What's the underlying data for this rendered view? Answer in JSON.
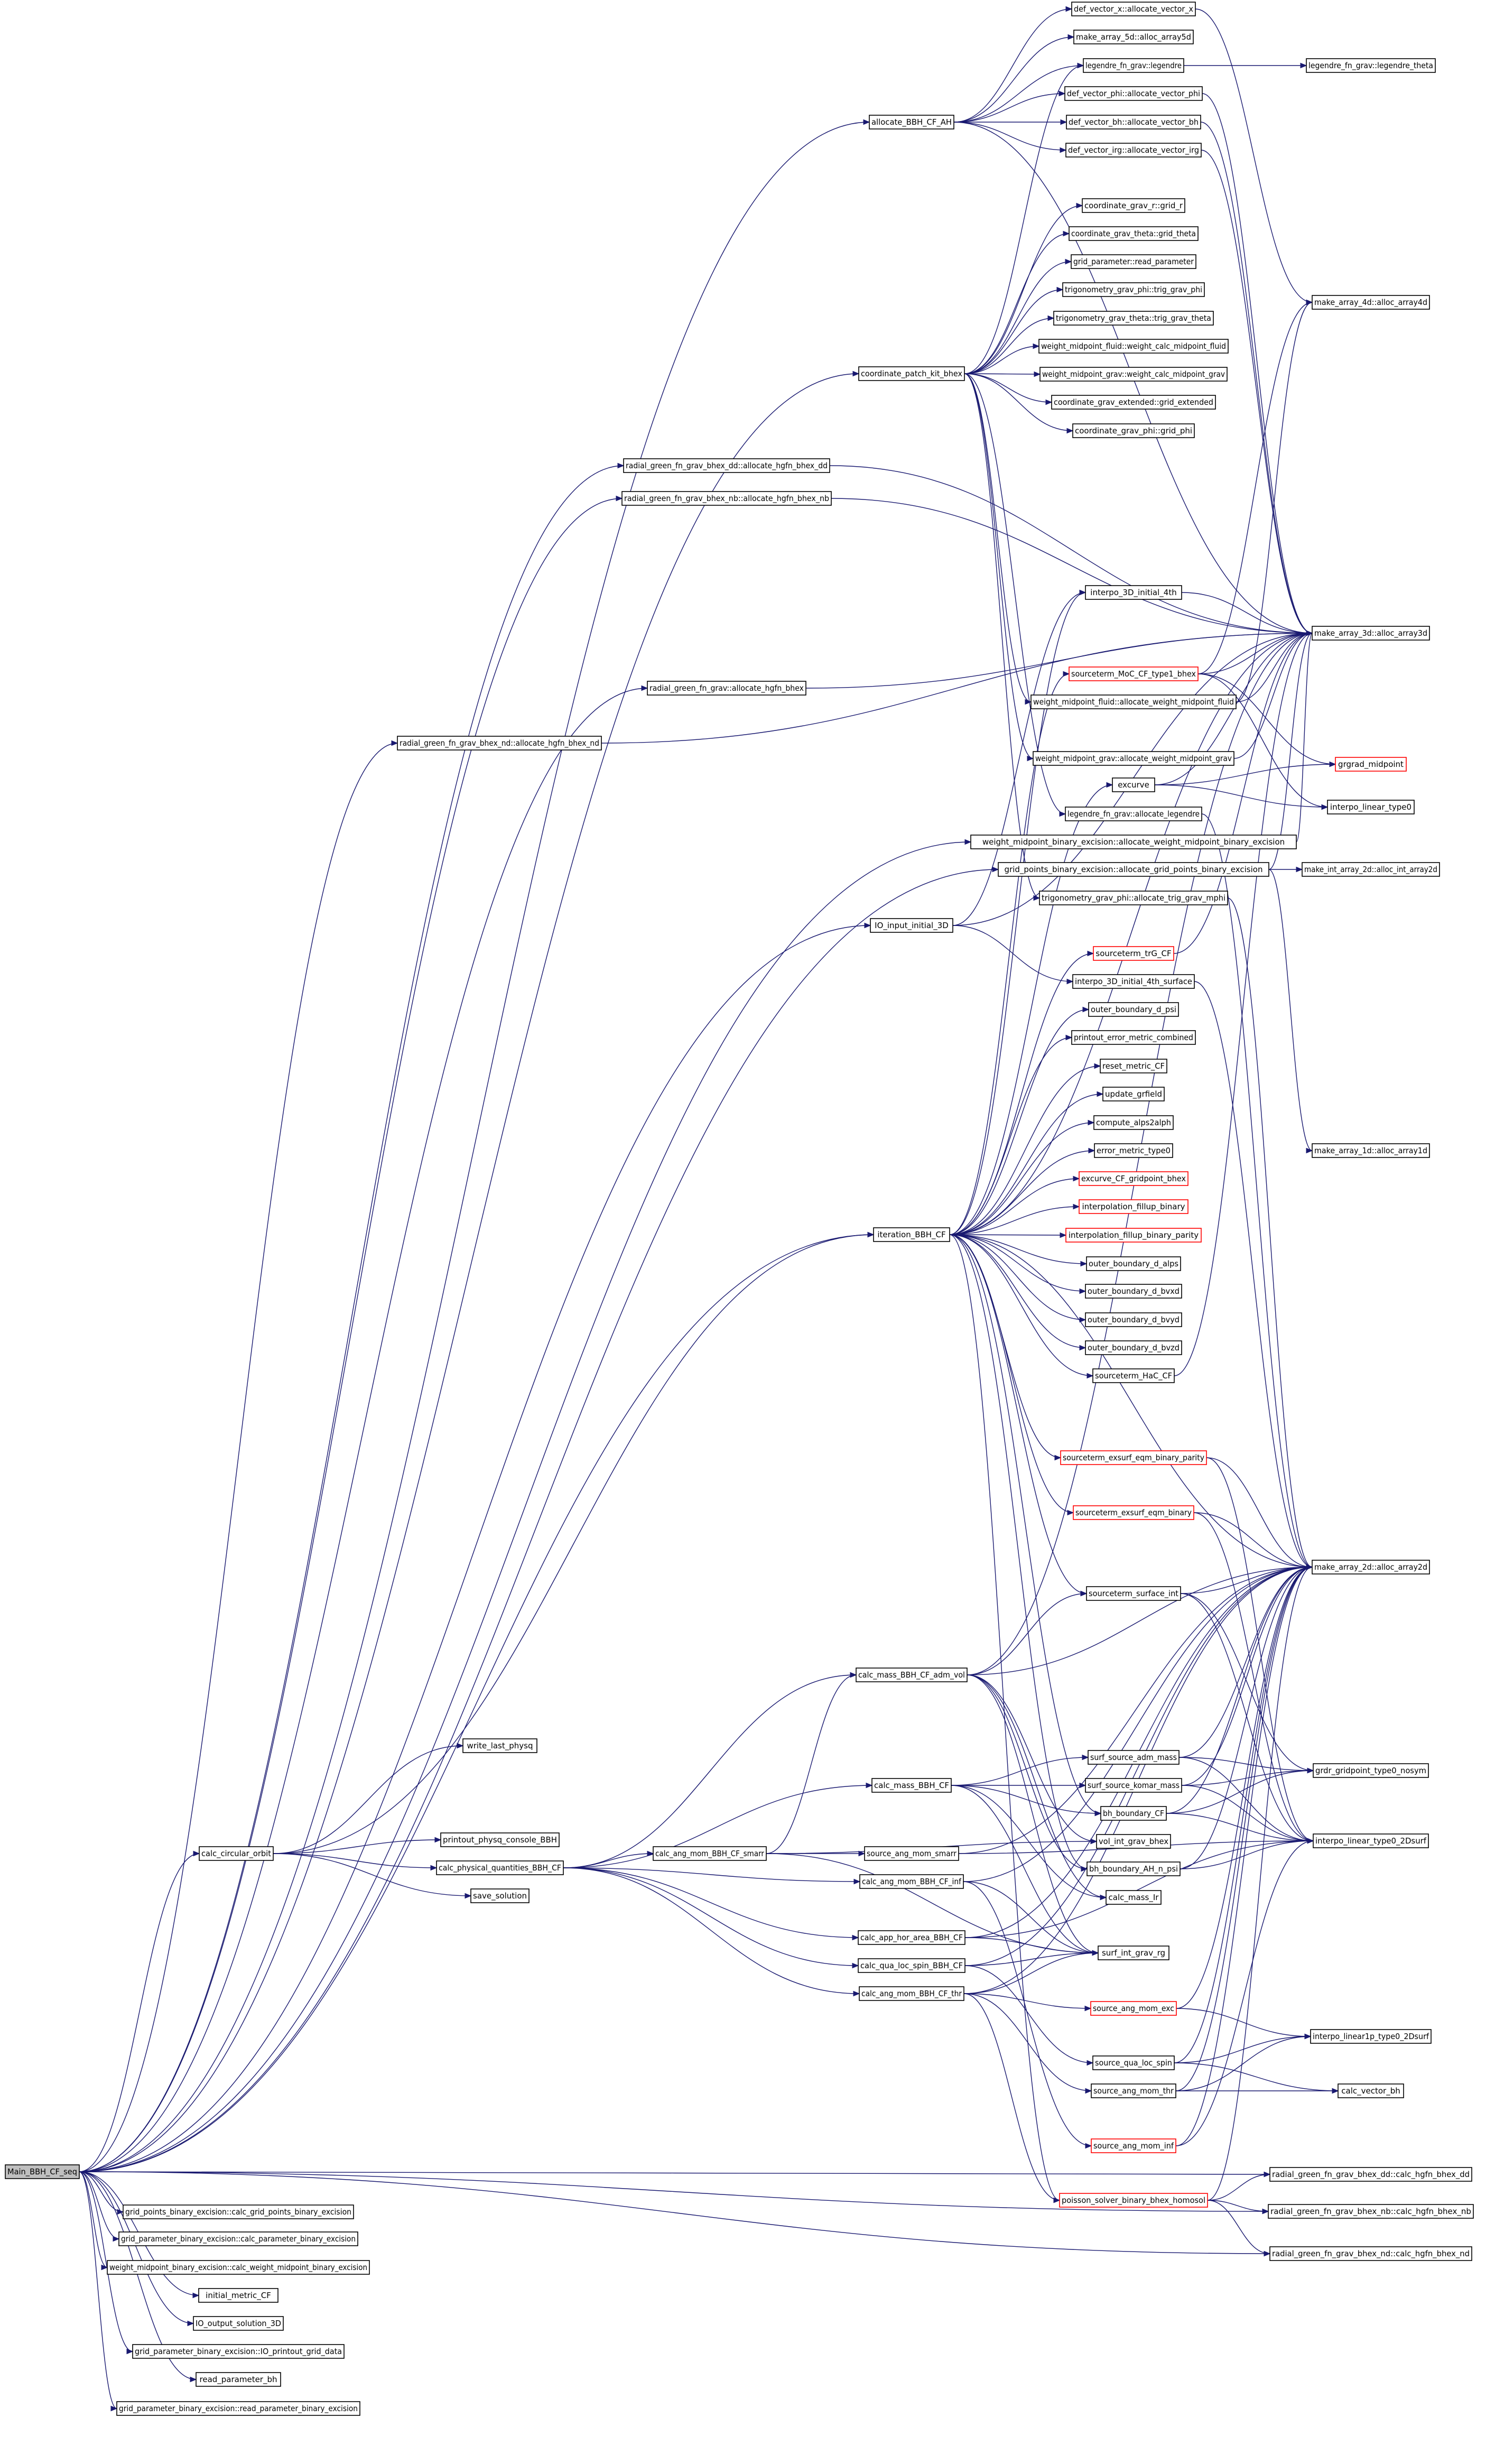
{
  "colors": {
    "edge": "#191970",
    "node_border": "#000000",
    "truncated_border": "#ff0000",
    "root_fill": "#bfbfbf",
    "background": "#ffffff"
  },
  "nodes": [
    {
      "id": "main",
      "label": "Main_BBH_CF_seq",
      "root": true,
      "red": false
    },
    {
      "id": "calc_circular_orbit",
      "label": "calc_circular_orbit",
      "red": false
    },
    {
      "id": "write_last_physq",
      "label": "write_last_physq",
      "red": false
    },
    {
      "id": "printout_physq_console_BBH",
      "label": "printout_physq_console_BBH",
      "red": false
    },
    {
      "id": "calc_physical_quantities_BBH_CF",
      "label": "calc_physical_quantities_BBH_CF",
      "red": false
    },
    {
      "id": "save_solution",
      "label": "save_solution",
      "red": false
    },
    {
      "id": "calc_ang_mom_BBH_CF_smarr",
      "label": "calc_ang_mom_BBH_CF_smarr",
      "red": false
    },
    {
      "id": "source_ang_mom_smarr",
      "label": "source_ang_mom_smarr",
      "red": false
    },
    {
      "id": "calc_mass_BBH_CF",
      "label": "calc_mass_BBH_CF",
      "red": false
    },
    {
      "id": "calc_mass_BBH_CF_adm_vol",
      "label": "calc_mass_BBH_CF_adm_vol",
      "red": false
    },
    {
      "id": "calc_ang_mom_BBH_CF_inf",
      "label": "calc_ang_mom_BBH_CF_inf",
      "red": false
    },
    {
      "id": "calc_app_hor_area_BBH_CF",
      "label": "calc_app_hor_area_BBH_CF",
      "red": false
    },
    {
      "id": "calc_qua_loc_spin_BBH_CF",
      "label": "calc_qua_loc_spin_BBH_CF",
      "red": false
    },
    {
      "id": "calc_ang_mom_BBH_CF_thr",
      "label": "calc_ang_mom_BBH_CF_thr",
      "red": false
    },
    {
      "id": "allocate_BBH_CF_AH",
      "label": "allocate_BBH_CF_AH",
      "red": false
    },
    {
      "id": "coordinate_patch_kit_bhex",
      "label": "coordinate_patch_kit_bhex",
      "red": false
    },
    {
      "id": "alloc_hgfn_bhex_dd",
      "label": "radial_green_fn_grav_bhex_dd::allocate_hgfn_bhex_dd",
      "red": false
    },
    {
      "id": "alloc_hgfn_bhex_nb",
      "label": "radial_green_fn_grav_bhex_nb::allocate_hgfn_bhex_nb",
      "red": false
    },
    {
      "id": "alloc_hgfn_bhex",
      "label": "radial_green_fn_grav::allocate_hgfn_bhex",
      "red": false
    },
    {
      "id": "alloc_hgfn_bhex_nd",
      "label": "radial_green_fn_grav_bhex_nd::allocate_hgfn_bhex_nd",
      "red": false
    },
    {
      "id": "IO_input_initial_3D",
      "label": "IO_input_initial_3D",
      "red": false
    },
    {
      "id": "iteration_BBH_CF",
      "label": "iteration_BBH_CF",
      "red": false
    },
    {
      "id": "def_vector_x",
      "label": "def_vector_x::allocate_vector_x",
      "red": false
    },
    {
      "id": "make_array_5d",
      "label": "make_array_5d::alloc_array5d",
      "red": false
    },
    {
      "id": "legendre_fn_grav_legendre",
      "label": "legendre_fn_grav::legendre",
      "red": false
    },
    {
      "id": "legendre_fn_grav_legendre_theta",
      "label": "legendre_fn_grav::legendre_theta",
      "red": false
    },
    {
      "id": "def_vector_phi",
      "label": "def_vector_phi::allocate_vector_phi",
      "red": false
    },
    {
      "id": "def_vector_bh",
      "label": "def_vector_bh::allocate_vector_bh",
      "red": false
    },
    {
      "id": "def_vector_irg",
      "label": "def_vector_irg::allocate_vector_irg",
      "red": false
    },
    {
      "id": "coordinate_grav_r",
      "label": "coordinate_grav_r::grid_r",
      "red": false
    },
    {
      "id": "coordinate_grav_theta",
      "label": "coordinate_grav_theta::grid_theta",
      "red": false
    },
    {
      "id": "grid_parameter_read",
      "label": "grid_parameter::read_parameter",
      "red": false
    },
    {
      "id": "trig_grav_phi",
      "label": "trigonometry_grav_phi::trig_grav_phi",
      "red": false
    },
    {
      "id": "trig_grav_theta",
      "label": "trigonometry_grav_theta::trig_grav_theta",
      "red": false
    },
    {
      "id": "wm_fluid_calc",
      "label": "weight_midpoint_fluid::weight_calc_midpoint_fluid",
      "red": false
    },
    {
      "id": "wm_grav_calc",
      "label": "weight_midpoint_grav::weight_calc_midpoint_grav",
      "red": false
    },
    {
      "id": "coordinate_grav_extended",
      "label": "coordinate_grav_extended::grid_extended",
      "red": false
    },
    {
      "id": "coordinate_grav_phi",
      "label": "coordinate_grav_phi::grid_phi",
      "red": false
    },
    {
      "id": "make_array_4d",
      "label": "make_array_4d::alloc_array4d",
      "red": false
    },
    {
      "id": "interpo_3D_initial_4th",
      "label": "interpo_3D_initial_4th",
      "red": false
    },
    {
      "id": "make_array_3d",
      "label": "make_array_3d::alloc_array3d",
      "red": false
    },
    {
      "id": "sourceterm_MoC_CF_type1_bhex",
      "label": "sourceterm_MoC_CF_type1_bhex",
      "red": true
    },
    {
      "id": "wm_fluid_alloc",
      "label": "weight_midpoint_fluid::allocate_weight_midpoint_fluid",
      "red": false
    },
    {
      "id": "wm_grav_alloc",
      "label": "weight_midpoint_grav::allocate_weight_midpoint_grav",
      "red": false
    },
    {
      "id": "excurve",
      "label": "excurve",
      "red": false
    },
    {
      "id": "grgrad_midpoint",
      "label": "grgrad_midpoint",
      "red": true
    },
    {
      "id": "interpo_linear_type0",
      "label": "interpo_linear_type0",
      "red": false
    },
    {
      "id": "legendre_alloc",
      "label": "legendre_fn_grav::allocate_legendre",
      "red": false
    },
    {
      "id": "wm_binary_excision_alloc",
      "label": "weight_midpoint_binary_excision::allocate_weight_midpoint_binary_excision",
      "red": false
    },
    {
      "id": "gp_binary_excision_alloc",
      "label": "grid_points_binary_excision::allocate_grid_points_binary_excision",
      "red": false
    },
    {
      "id": "make_int_array_2d",
      "label": "make_int_array_2d::alloc_int_array2d",
      "red": false
    },
    {
      "id": "trig_grav_mphi",
      "label": "trigonometry_grav_phi::allocate_trig_grav_mphi",
      "red": false
    },
    {
      "id": "sourceterm_trG_CF",
      "label": "sourceterm_trG_CF",
      "red": true
    },
    {
      "id": "interpo_3D_initial_4th_surface",
      "label": "interpo_3D_initial_4th_surface",
      "red": false
    },
    {
      "id": "outer_boundary_d_psi",
      "label": "outer_boundary_d_psi",
      "red": false
    },
    {
      "id": "printout_error_metric_combined",
      "label": "printout_error_metric_combined",
      "red": false
    },
    {
      "id": "reset_metric_CF",
      "label": "reset_metric_CF",
      "red": false
    },
    {
      "id": "update_grfield",
      "label": "update_grfield",
      "red": false
    },
    {
      "id": "compute_alps2alph",
      "label": "compute_alps2alph",
      "red": false
    },
    {
      "id": "error_metric_type0",
      "label": "error_metric_type0",
      "red": false
    },
    {
      "id": "excurve_CF_gridpoint_bhex",
      "label": "excurve_CF_gridpoint_bhex",
      "red": true
    },
    {
      "id": "interpolation_fillup_binary",
      "label": "interpolation_fillup_binary",
      "red": true
    },
    {
      "id": "interpolation_fillup_binary_parity",
      "label": "interpolation_fillup_binary_parity",
      "red": true
    },
    {
      "id": "make_array_1d",
      "label": "make_array_1d::alloc_array1d",
      "red": false
    },
    {
      "id": "outer_boundary_d_alps",
      "label": "outer_boundary_d_alps",
      "red": false
    },
    {
      "id": "outer_boundary_d_bvxd",
      "label": "outer_boundary_d_bvxd",
      "red": false
    },
    {
      "id": "outer_boundary_d_bvyd",
      "label": "outer_boundary_d_bvyd",
      "red": false
    },
    {
      "id": "outer_boundary_d_bvzd",
      "label": "outer_boundary_d_bvzd",
      "red": false
    },
    {
      "id": "sourceterm_HaC_CF",
      "label": "sourceterm_HaC_CF",
      "red": false
    },
    {
      "id": "sourceterm_exsurf_eqm_binary_parity",
      "label": "sourceterm_exsurf_eqm_binary_parity",
      "red": true
    },
    {
      "id": "sourceterm_exsurf_eqm_binary",
      "label": "sourceterm_exsurf_eqm_binary",
      "red": true
    },
    {
      "id": "make_array_2d",
      "label": "make_array_2d::alloc_array2d",
      "red": false
    },
    {
      "id": "sourceterm_surface_int",
      "label": "sourceterm_surface_int",
      "red": false
    },
    {
      "id": "surf_source_adm_mass",
      "label": "surf_source_adm_mass",
      "red": false
    },
    {
      "id": "grdr_gridpoint_type0_nosym",
      "label": "grdr_gridpoint_type0_nosym",
      "red": false
    },
    {
      "id": "surf_source_komar_mass",
      "label": "surf_source_komar_mass",
      "red": false
    },
    {
      "id": "bh_boundary_CF",
      "label": "bh_boundary_CF",
      "red": false
    },
    {
      "id": "interpo_linear_type0_2Dsurf",
      "label": "interpo_linear_type0_2Dsurf",
      "red": false
    },
    {
      "id": "vol_int_grav_bhex",
      "label": "vol_int_grav_bhex",
      "red": false
    },
    {
      "id": "bh_boundary_AH_n_psi",
      "label": "bh_boundary_AH_n_psi",
      "red": false
    },
    {
      "id": "calc_mass_Ir",
      "label": "calc_mass_Ir",
      "red": false
    },
    {
      "id": "surf_int_grav_rg",
      "label": "surf_int_grav_rg",
      "red": false
    },
    {
      "id": "source_ang_mom_exc",
      "label": "source_ang_mom_exc",
      "red": true
    },
    {
      "id": "interpo_linear1p_type0_2Dsurf",
      "label": "interpo_linear1p_type0_2Dsurf",
      "red": false
    },
    {
      "id": "source_qua_loc_spin",
      "label": "source_qua_loc_spin",
      "red": false
    },
    {
      "id": "source_ang_mom_thr",
      "label": "source_ang_mom_thr",
      "red": false
    },
    {
      "id": "calc_vector_bh",
      "label": "calc_vector_bh",
      "red": false
    },
    {
      "id": "source_ang_mom_inf",
      "label": "source_ang_mom_inf",
      "red": true
    },
    {
      "id": "poisson_solver_binary_bhex_homosol",
      "label": "poisson_solver_binary_bhex_homosol",
      "red": true
    },
    {
      "id": "calc_hgfn_bhex_dd",
      "label": "radial_green_fn_grav_bhex_dd::calc_hgfn_bhex_dd",
      "red": false
    },
    {
      "id": "calc_hgfn_bhex_nb",
      "label": "radial_green_fn_grav_bhex_nb::calc_hgfn_bhex_nb",
      "red": false
    },
    {
      "id": "calc_hgfn_bhex_nd",
      "label": "radial_green_fn_grav_bhex_nd::calc_hgfn_bhex_nd",
      "red": false
    },
    {
      "id": "calc_gp_binary_excision",
      "label": "grid_points_binary_excision::calc_grid_points_binary_excision",
      "red": false
    },
    {
      "id": "calc_param_binary_excision",
      "label": "grid_parameter_binary_excision::calc_parameter_binary_excision",
      "red": false
    },
    {
      "id": "calc_wm_binary_excision",
      "label": "weight_midpoint_binary_excision::calc_weight_midpoint_binary_excision",
      "red": false
    },
    {
      "id": "initial_metric_CF",
      "label": "initial_metric_CF",
      "red": false
    },
    {
      "id": "IO_output_solution_3D",
      "label": "IO_output_solution_3D",
      "red": false
    },
    {
      "id": "IO_printout_grid_data",
      "label": "grid_parameter_binary_excision::IO_printout_grid_data",
      "red": false
    },
    {
      "id": "read_parameter_bh",
      "label": "read_parameter_bh",
      "red": false
    },
    {
      "id": "read_param_binary_excision",
      "label": "grid_parameter_binary_excision::read_parameter_binary_excision",
      "red": false
    }
  ]
}
